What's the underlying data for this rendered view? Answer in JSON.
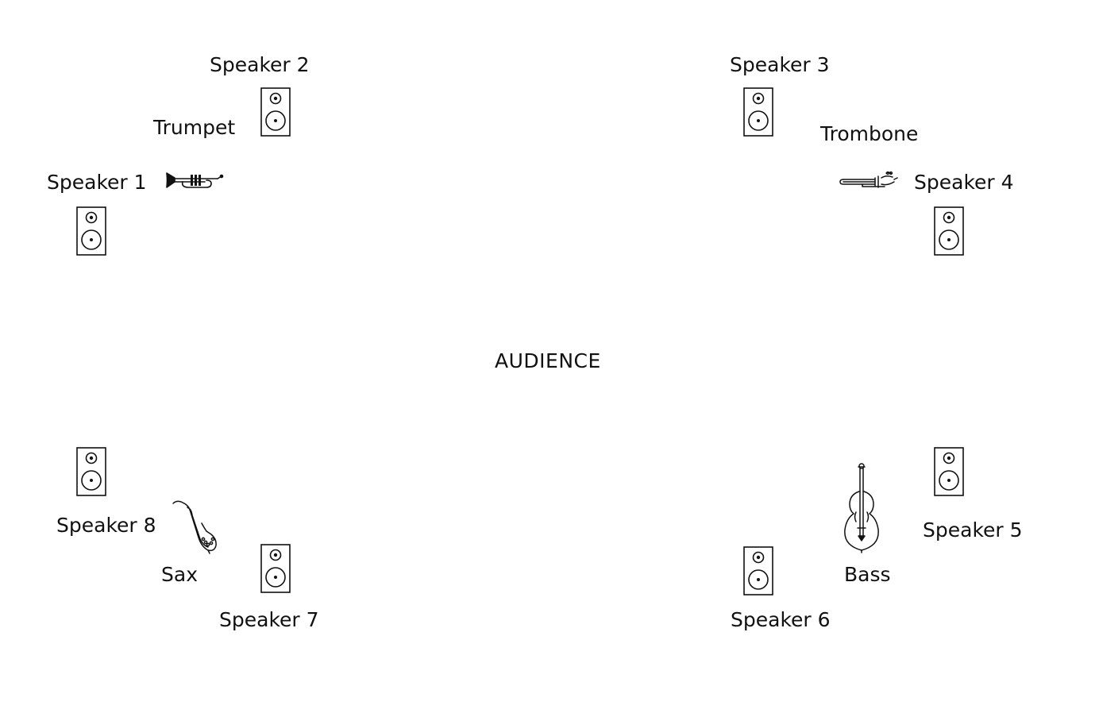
{
  "center_label": "AUDIENCE",
  "speakers": [
    {
      "id": 1,
      "label": "Speaker 1"
    },
    {
      "id": 2,
      "label": "Speaker 2"
    },
    {
      "id": 3,
      "label": "Speaker 3"
    },
    {
      "id": 4,
      "label": "Speaker 4"
    },
    {
      "id": 5,
      "label": "Speaker 5"
    },
    {
      "id": 6,
      "label": "Speaker 6"
    },
    {
      "id": 7,
      "label": "Speaker 7"
    },
    {
      "id": 8,
      "label": "Speaker 8"
    }
  ],
  "instruments": [
    {
      "label": "Trumpet",
      "icon": "trumpet-icon"
    },
    {
      "label": "Trombone",
      "icon": "trombone-icon"
    },
    {
      "label": "Sax",
      "icon": "saxophone-icon"
    },
    {
      "label": "Bass",
      "icon": "double-bass-icon"
    }
  ]
}
